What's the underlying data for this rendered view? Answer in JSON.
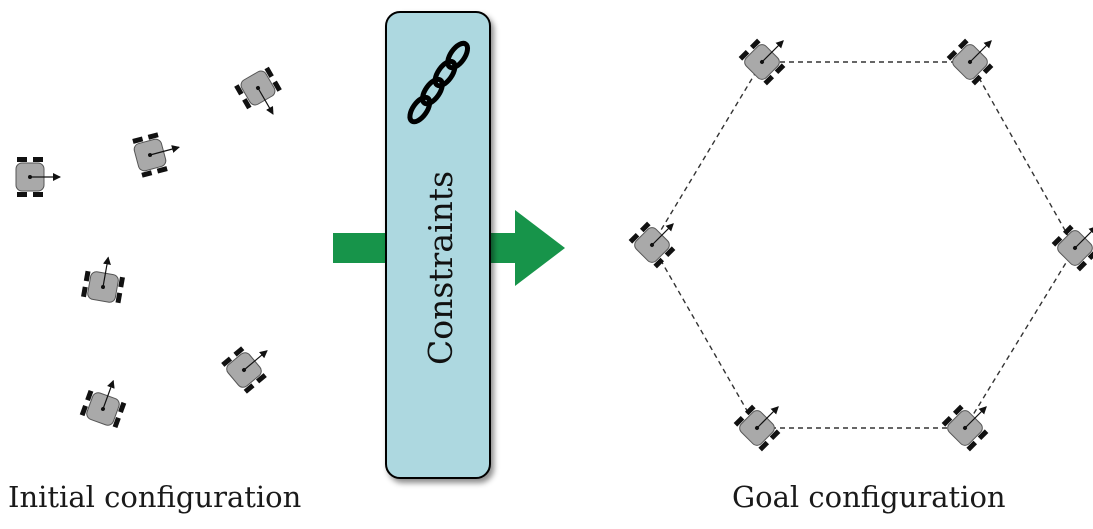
{
  "labels": {
    "initial": "Initial configuration",
    "goal": "Goal configuration",
    "constraints": "Constraints"
  },
  "icons": {
    "robot": "robot-icon",
    "chain": "chain-icon",
    "arrow": "arrow-icon"
  },
  "colors": {
    "panel_fill": "#add8e0",
    "panel_stroke": "#000000",
    "arrow_green": "#17944a",
    "robot_body": "#a9a9a9",
    "wheel": "#111111",
    "link_line": "#333333"
  }
}
